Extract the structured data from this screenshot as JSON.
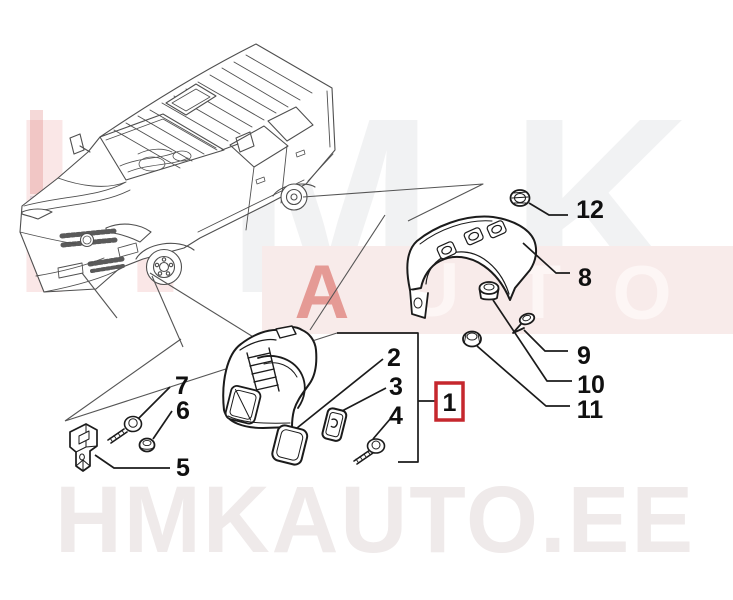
{
  "diagram": {
    "type": "auto-parts-exploded-diagram",
    "subject": "van wheel arch liner parts",
    "callouts": {
      "boxed_item": "1",
      "labels": [
        "1",
        "2",
        "3",
        "4",
        "5",
        "6",
        "7",
        "8",
        "9",
        "10",
        "11",
        "12"
      ]
    },
    "colors": {
      "background": "#ffffff",
      "callout_box_red": "#c5272d",
      "part_line_black": "#1b1b1b",
      "van_line_gray": "#4f4f4f",
      "watermark_band_pink": "#f8ebea",
      "watermark_letter_red": "#e59a95",
      "watermark_gray": "#9aa0a8"
    }
  },
  "watermarks": {
    "brand_letters": [
      "H",
      "M",
      "K"
    ],
    "band_letters": [
      "A",
      "U",
      "T",
      "O"
    ],
    "site_text": "HMKAUTO.EE"
  }
}
